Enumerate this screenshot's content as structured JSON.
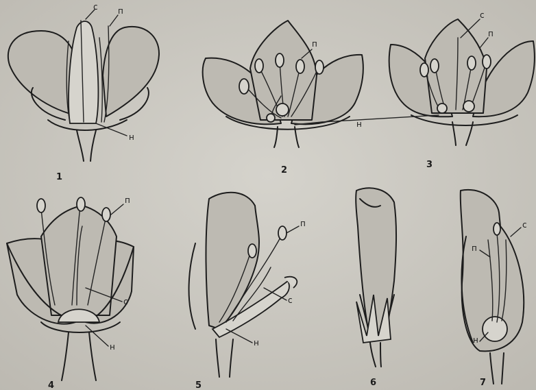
{
  "labels": {
    "stigma": "с",
    "stamen": "п",
    "nectary": "н"
  },
  "figures": [
    "1",
    "2",
    "3",
    "4",
    "5",
    "6",
    "7"
  ]
}
